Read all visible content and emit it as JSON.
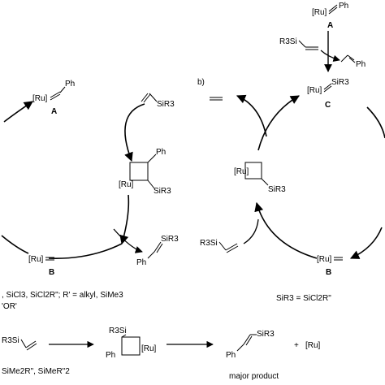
{
  "cycle_a": {
    "ru_benzylidene": "[Ru]",
    "ru_benzylidene_ph": "Ph",
    "label_A": "A",
    "vinylsilane_sir3": "SiR3",
    "metallacycle_ru": "[Ru]",
    "metallacycle_ph": "Ph",
    "metallacycle_sir3": "SiR3",
    "ru_methylidene": "[Ru]",
    "label_B": "B",
    "product_ph": "Ph",
    "product_sir3": "SiR3"
  },
  "cycle_a_caption": {
    "line1": ", SiCl3, SiCl2R\"; R' = alkyl, SiMe3",
    "line2": "'OR'"
  },
  "cycle_b": {
    "label": "b)",
    "top_ru": "[Ru]",
    "top_ph": "Ph",
    "top_label_A": "A",
    "r3si": "R3Si",
    "styrene_ph": "Ph",
    "ru_silylidene": "[Ru]",
    "ru_silylidene_sir3": "SiR3",
    "label_C": "C",
    "metallacycle_ru": "[Ru]",
    "metallacycle_sir3": "SiR3",
    "vinylsilane_r3si": "R3Si",
    "ru_methylidene": "[Ru]",
    "label_B": "B",
    "caption": "SiR3 = SiCl2R\""
  },
  "bottom": {
    "r3si_left": "R3Si",
    "caption": "SiMe2R\", SiMeR\"2",
    "intermediate_r3si": "R3Si",
    "intermediate_ph": "Ph",
    "intermediate_ru": "[Ru]",
    "product_ph": "Ph",
    "product_sir3": "SiR3",
    "plus": "+",
    "ru": "[Ru]",
    "major_product": "major product"
  }
}
